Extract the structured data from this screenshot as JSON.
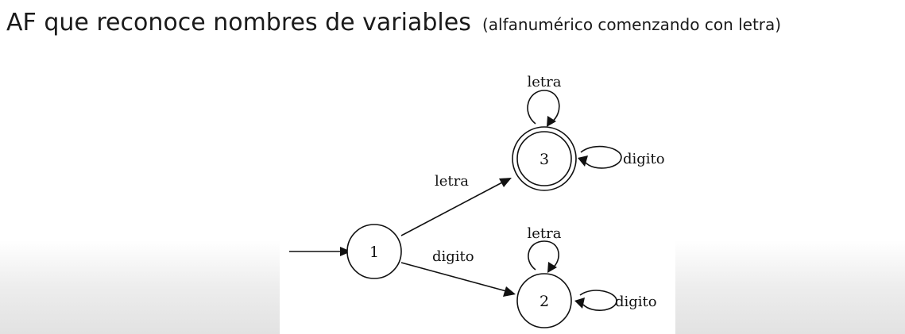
{
  "slide": {
    "title": "AF que reconoce nombres de variables",
    "subtitle": "(alfanumérico comenzando con letra)"
  },
  "automaton": {
    "states": [
      {
        "id": "1",
        "label": "1",
        "accepting": false,
        "initial": true
      },
      {
        "id": "3",
        "label": "3",
        "accepting": true,
        "initial": false
      },
      {
        "id": "2",
        "label": "2",
        "accepting": false,
        "initial": false
      }
    ],
    "transitions": [
      {
        "from": "1",
        "to": "3",
        "label": "letra"
      },
      {
        "from": "1",
        "to": "2",
        "label": "digito"
      },
      {
        "from": "3",
        "to": "3",
        "label": "letra"
      },
      {
        "from": "3",
        "to": "3",
        "label": "digito"
      },
      {
        "from": "2",
        "to": "2",
        "label": "letra"
      },
      {
        "from": "2",
        "to": "2",
        "label": "digito"
      }
    ]
  }
}
